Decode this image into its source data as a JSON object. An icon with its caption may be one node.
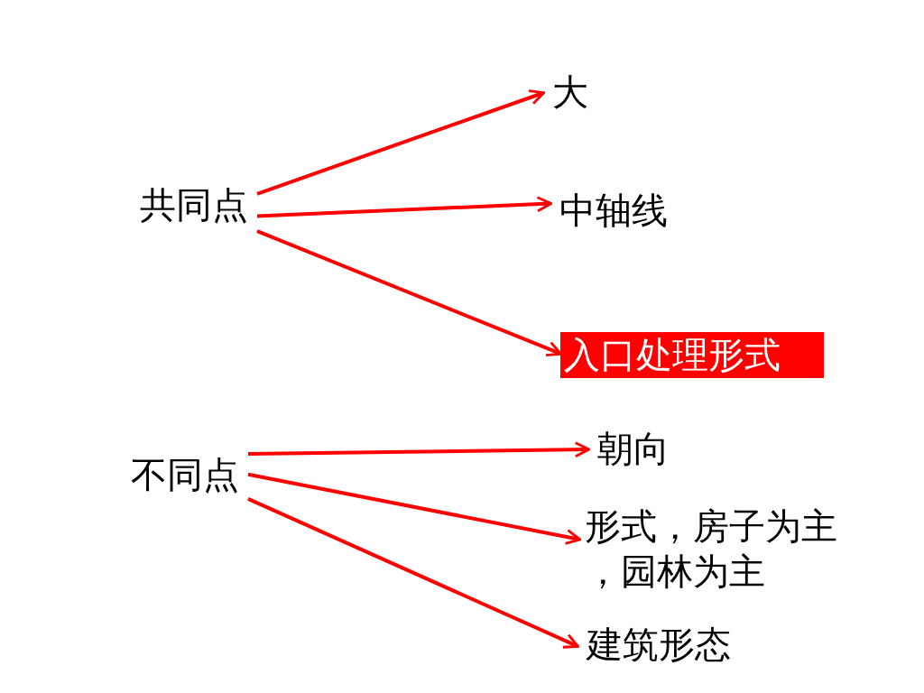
{
  "diagram": {
    "nodes": [
      {
        "text": [
          "共同点"
        ]
      },
      {
        "text": [
          "大"
        ]
      },
      {
        "text": [
          "中轴线"
        ]
      },
      {
        "text": [
          "入口处理形式"
        ]
      },
      {
        "text": [
          "不同点"
        ]
      },
      {
        "text": [
          "朝向"
        ]
      },
      {
        "text": [
          "形式，房子为主，园林为主"
        ]
      },
      {
        "text": [
          "建筑形态"
        ]
      }
    ],
    "edges": [
      {
        "from": 0,
        "to": 1,
        "arrow": "to"
      },
      {
        "from": 0,
        "to": 2,
        "arrow": "to"
      },
      {
        "from": 0,
        "to": 3,
        "arrow": "to"
      },
      {
        "from": 4,
        "to": 5,
        "arrow": "to"
      },
      {
        "from": 4,
        "to": 6,
        "arrow": "to"
      },
      {
        "from": 4,
        "to": 7,
        "arrow": "to"
      }
    ]
  }
}
